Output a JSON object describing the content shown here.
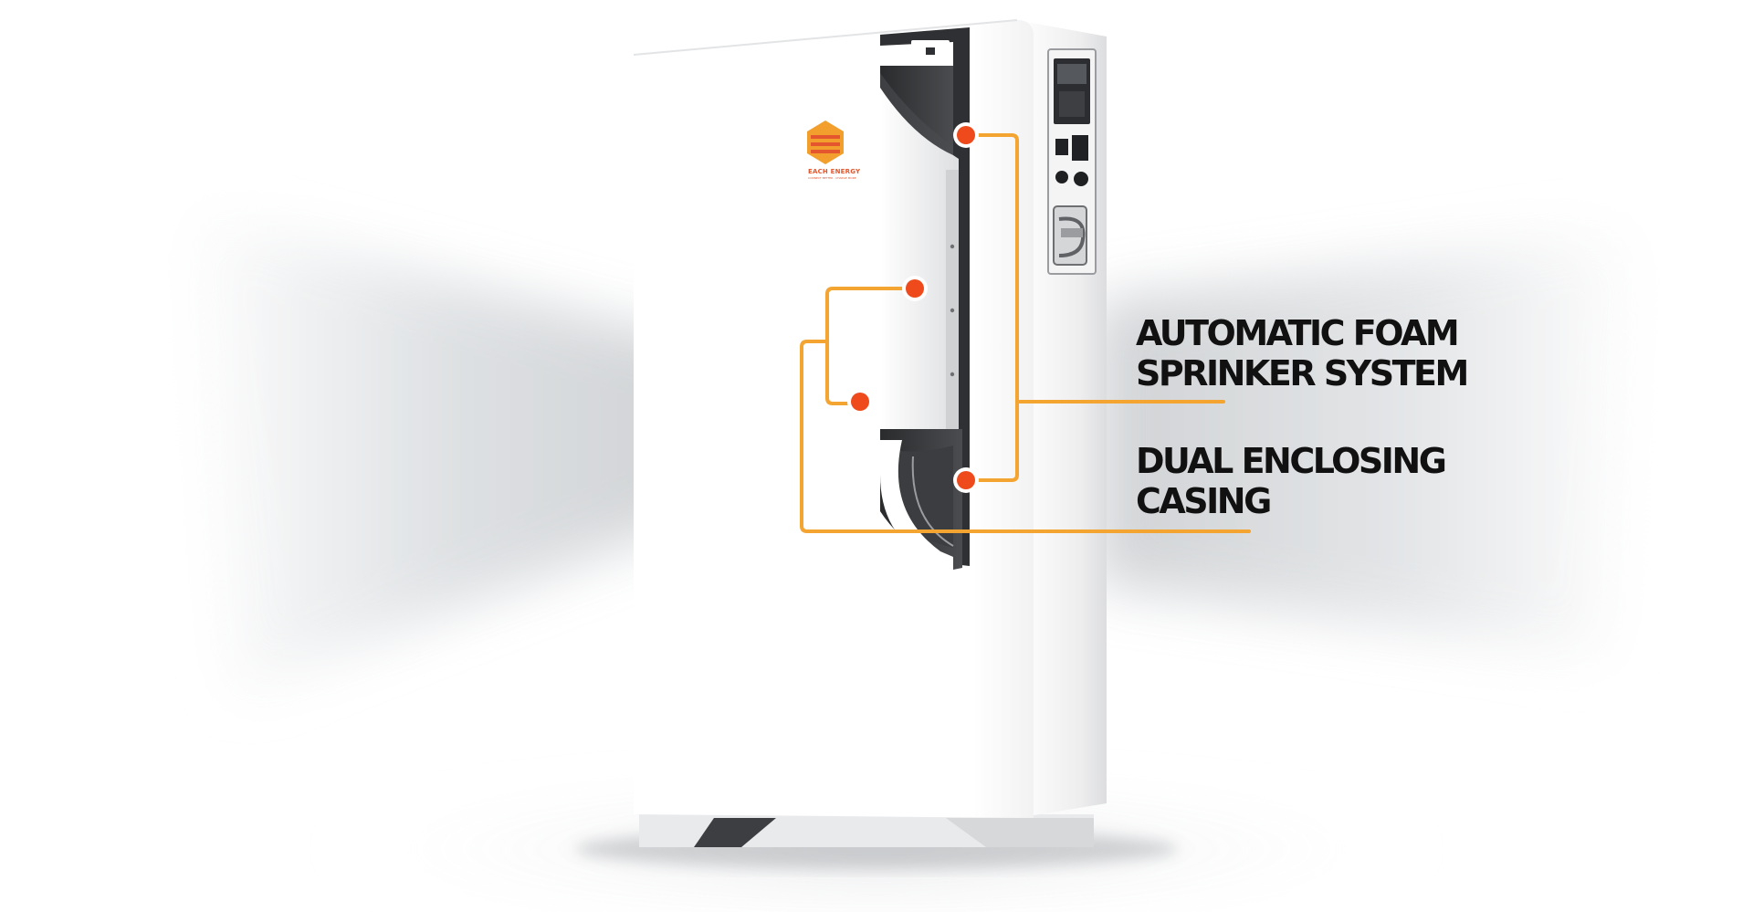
{
  "brand": {
    "name": "EACH ENERGY",
    "tagline": "CONNECT BETTER · CHARGE MORE",
    "color": "#e4572e"
  },
  "callouts": [
    {
      "lines": [
        "AUTOMATIC FOAM",
        "SPRINKER SYSTEM"
      ]
    },
    {
      "lines": [
        "DUAL ENCLOSING",
        "CASING"
      ]
    }
  ],
  "colors": {
    "leader_line": "#f3a431",
    "marker_fill": "#ee4a1c",
    "label_text": "#111111",
    "cabinet_body": "#ffffff",
    "background": "#ffffff",
    "background_shade": "#cfd2d5"
  }
}
